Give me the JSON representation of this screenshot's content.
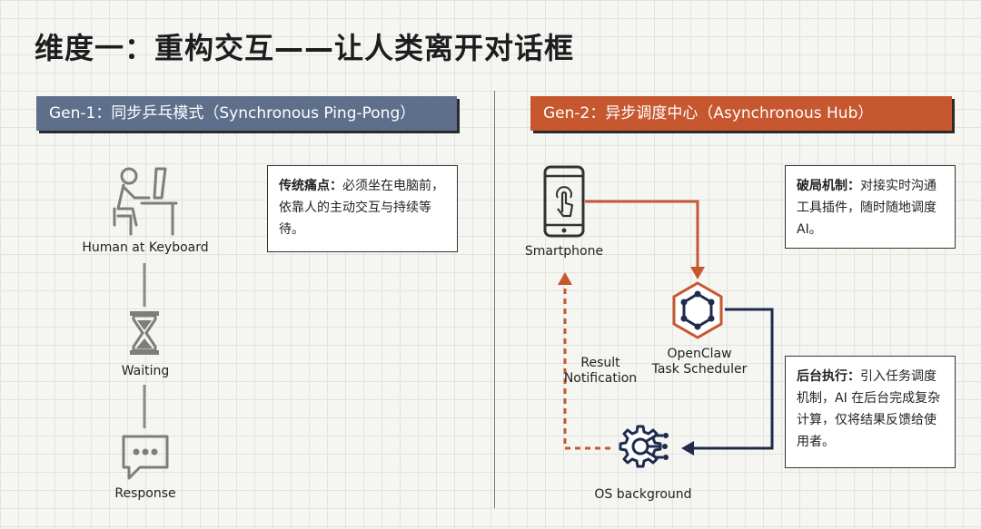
{
  "title": "维度一：重构交互——让人类离开对话框",
  "left_panel": {
    "header": "Gen-1：同步乒乓模式（Synchronous Ping-Pong）",
    "note": {
      "bold": "传统痛点：",
      "text": "必须坐在电脑前，依靠人的主动交互与持续等待。"
    },
    "nodes": {
      "human": "Human at Keyboard",
      "waiting": "Waiting",
      "response": "Response"
    }
  },
  "right_panel": {
    "header": "Gen-2：异步调度中心（Asynchronous Hub）",
    "note_top": {
      "bold": "破局机制：",
      "text": "对接实时沟通工具插件，随时随地调度 AI。"
    },
    "note_bottom": {
      "bold": "后台执行：",
      "text": "引入任务调度机制，AI 在后台完成复杂计算，仅将结果反馈给使用者。"
    },
    "nodes": {
      "smartphone": "Smartphone",
      "scheduler_line1": "OpenClaw",
      "scheduler_line2": "Task Scheduler",
      "result_line1": "Result",
      "result_line2": "Notification",
      "os": "OS background"
    }
  },
  "colors": {
    "accent_orange": "#c6572f",
    "header_blue": "#5d6f8a",
    "navy": "#1f2a4d"
  },
  "icons": [
    "person-at-desk-icon",
    "hourglass-icon",
    "chat-bubble-icon",
    "smartphone-touch-icon",
    "hexagon-network-icon",
    "gear-circuit-icon"
  ]
}
